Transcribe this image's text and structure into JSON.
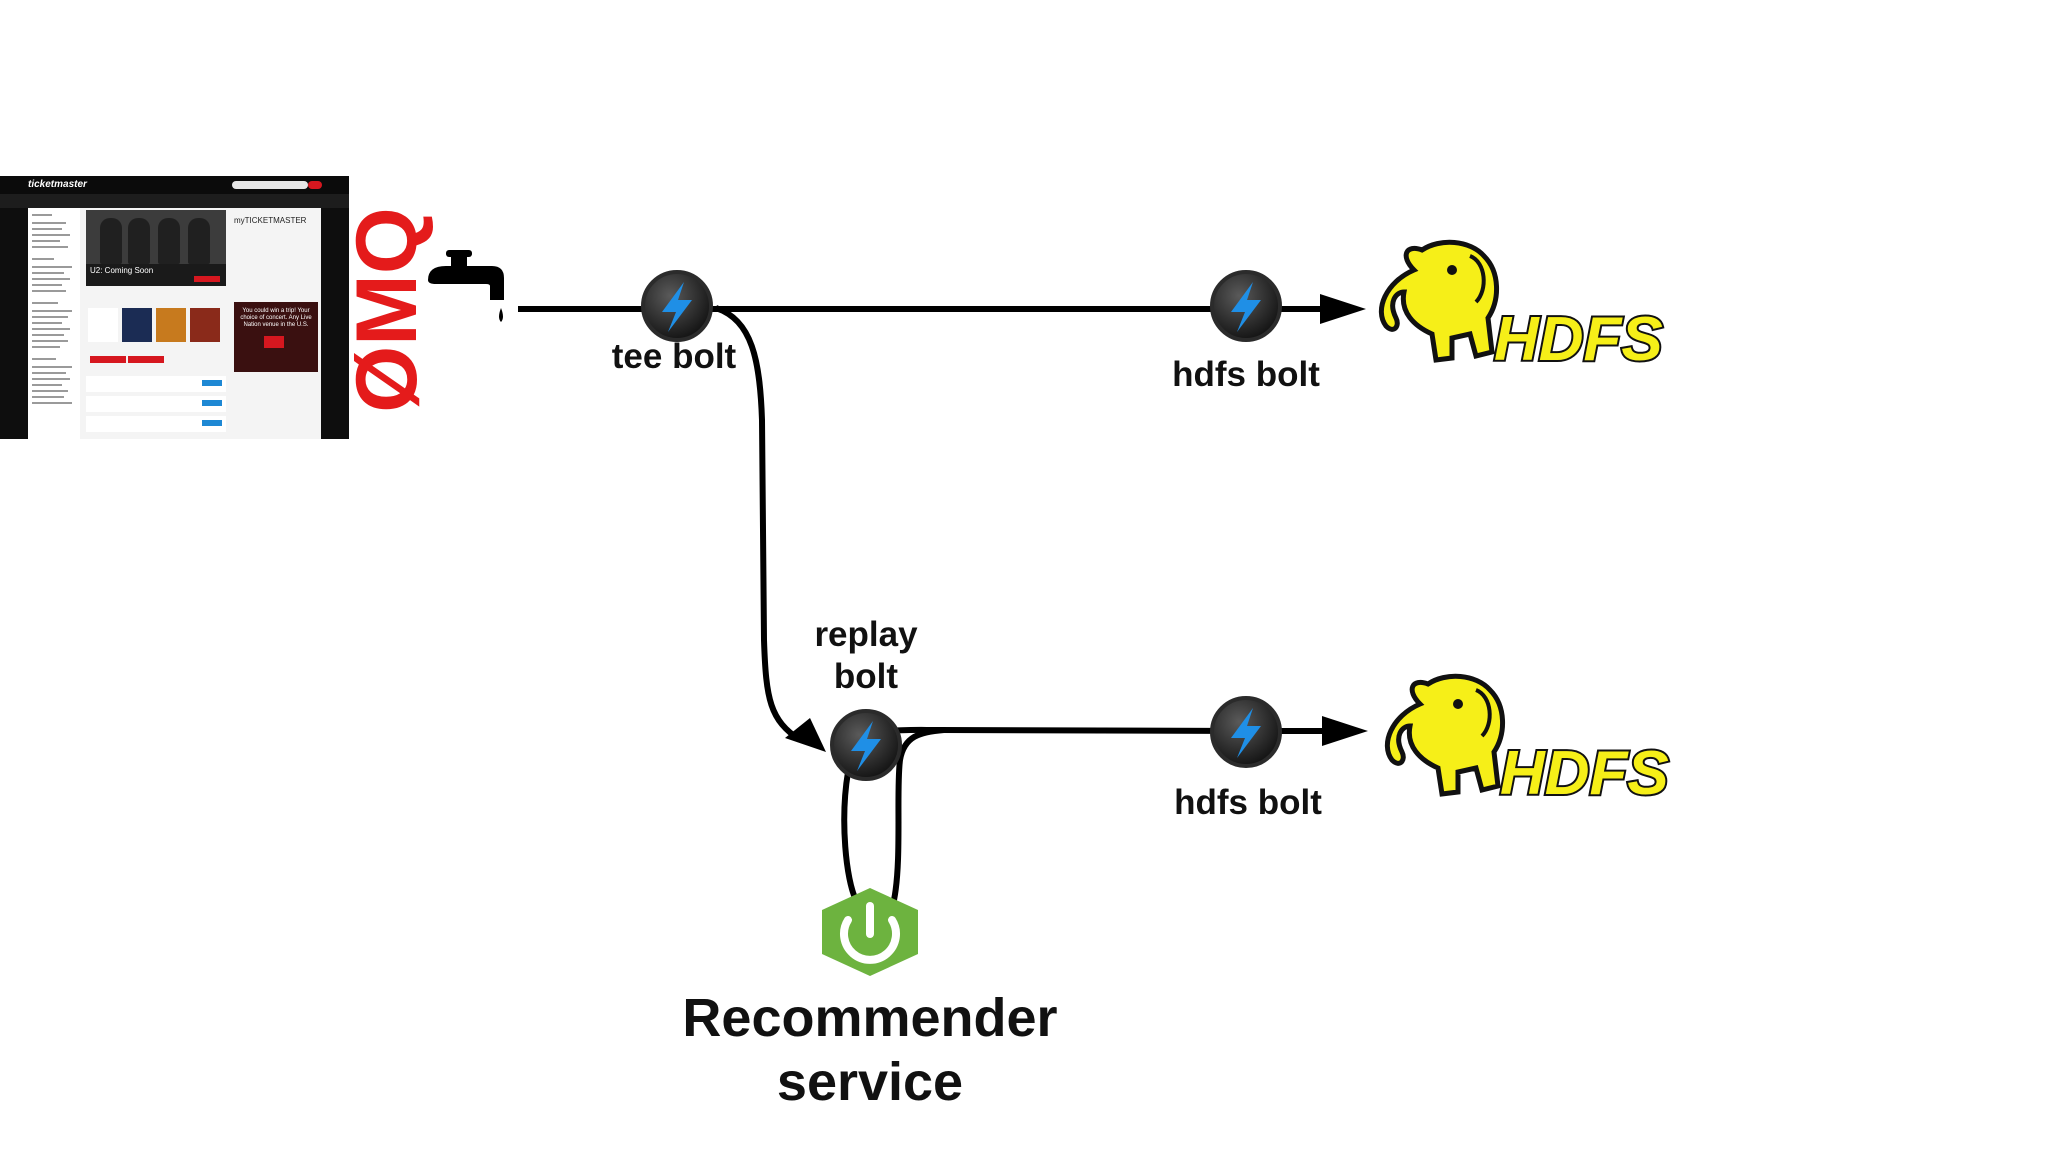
{
  "ticketmaster": {
    "logo": "ticketmaster",
    "hero_title": "U2: Coming Soon",
    "my_section": "myTICKETMASTER",
    "promo_text": "You could win a trip! Your choice of concert. Any Live Nation venue in the U.S."
  },
  "zeromq": {
    "logo_text": "ØMQ"
  },
  "nodes": {
    "tee_bolt": {
      "label": "tee bolt"
    },
    "hdfs_bolt_top": {
      "label": "hdfs bolt"
    },
    "replay_bolt": {
      "label_line1": "replay",
      "label_line2": "bolt"
    },
    "hdfs_bolt_bottom": {
      "label": "hdfs bolt"
    },
    "recommender": {
      "label_line1": "Recommender",
      "label_line2": "service"
    }
  },
  "hdfs": {
    "top": {
      "text": "HDFS"
    },
    "bottom": {
      "text": "HDFS"
    }
  },
  "colors": {
    "bolt_blue": "#1f8fe6",
    "bolt_ring": "#2b2b2b",
    "zmq_red": "#e41b1b",
    "hdfs_yellow": "#f6ef18",
    "hdfs_outline": "#111111",
    "spring_green": "#6db33f",
    "line": "#000000"
  }
}
